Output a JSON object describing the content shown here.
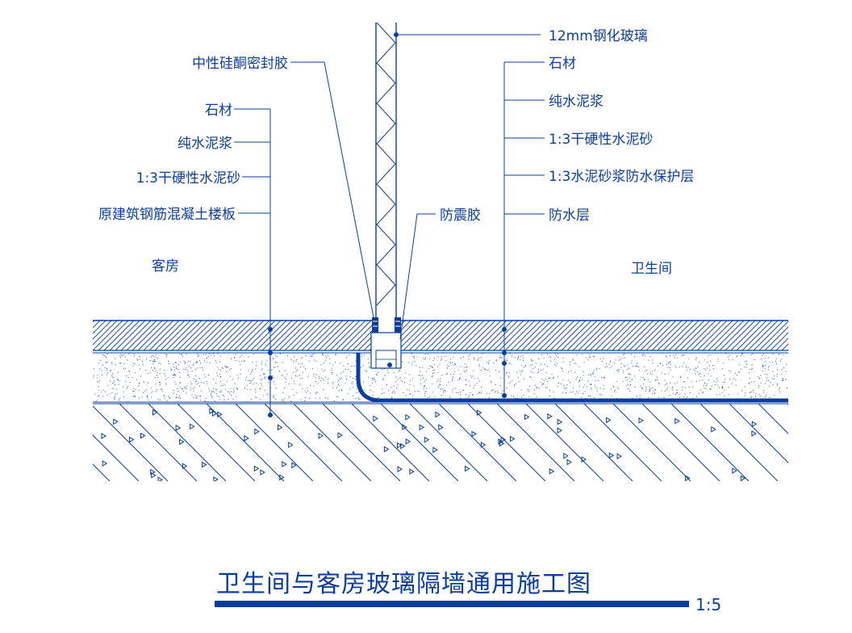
{
  "title": "卫生间与客房玻璃隔墙通用施工图",
  "scale": "1:5",
  "rooms": {
    "left": "客房",
    "right": "卫生间"
  },
  "labels": {
    "glass": "12mm钢化玻璃",
    "sealant": "中性硅酮密封胶",
    "shock_glue": "防震胶",
    "left_stone": "石材",
    "left_cement_slurry": "纯水泥浆",
    "left_dry_mortar": "1:3干硬性水泥砂",
    "left_slab": "原建筑钢筋混凝土楼板",
    "right_stone": "石材",
    "right_cement_slurry": "纯水泥浆",
    "right_dry_mortar": "1:3干硬性水泥砂",
    "right_protect": "1:3水泥砂浆防水保护层",
    "right_waterproof": "防水层"
  },
  "colors": {
    "line": "#0a3d9e",
    "fill": "#ffffff"
  }
}
